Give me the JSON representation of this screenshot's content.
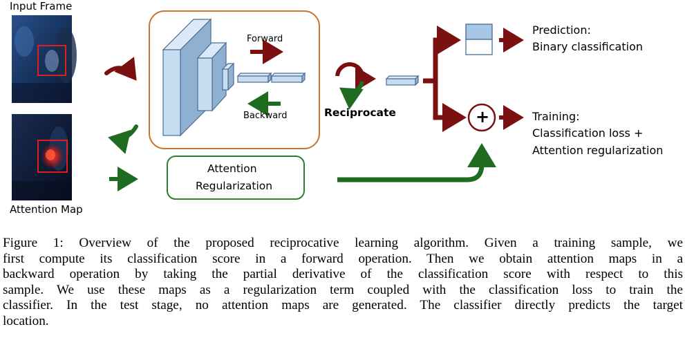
{
  "figure": {
    "input_frame_label": "Input Frame",
    "attention_map_label": "Attention Map",
    "forward_label": "Forward",
    "backward_label": "Backward",
    "attention_regularization_label": [
      "Attention",
      "Regularization"
    ],
    "reciprocate_label": "Reciprocate",
    "prediction_label": [
      "Prediction:",
      "Binary classification"
    ],
    "training_label": [
      "Training:",
      "Classification loss +",
      "Attention regularization"
    ],
    "plus_symbol": "+",
    "colors": {
      "cnn_box_border": "#c9742f",
      "reg_box_border": "#2e7d32",
      "dark_red_arrow": "#7b1010",
      "green_arrow": "#1f6b1f",
      "layer_fill": "#c8dcf0",
      "layer_side": "#8fb0d0",
      "layer_stroke": "#4a6d93"
    }
  },
  "caption": {
    "lines": [
      "Figure 1: Overview of the proposed reciprocative learning algorithm. Given a training sample, we",
      "first compute its classification score in a forward operation. Then we obtain attention maps in a",
      "backward operation by taking the partial derivative of the classification score with respect to this",
      "sample. We use these maps as a regularization term coupled with the classification loss to train the",
      "classifier. In the test stage, no attention maps are generated. The classifier directly predicts the target",
      "location."
    ]
  }
}
